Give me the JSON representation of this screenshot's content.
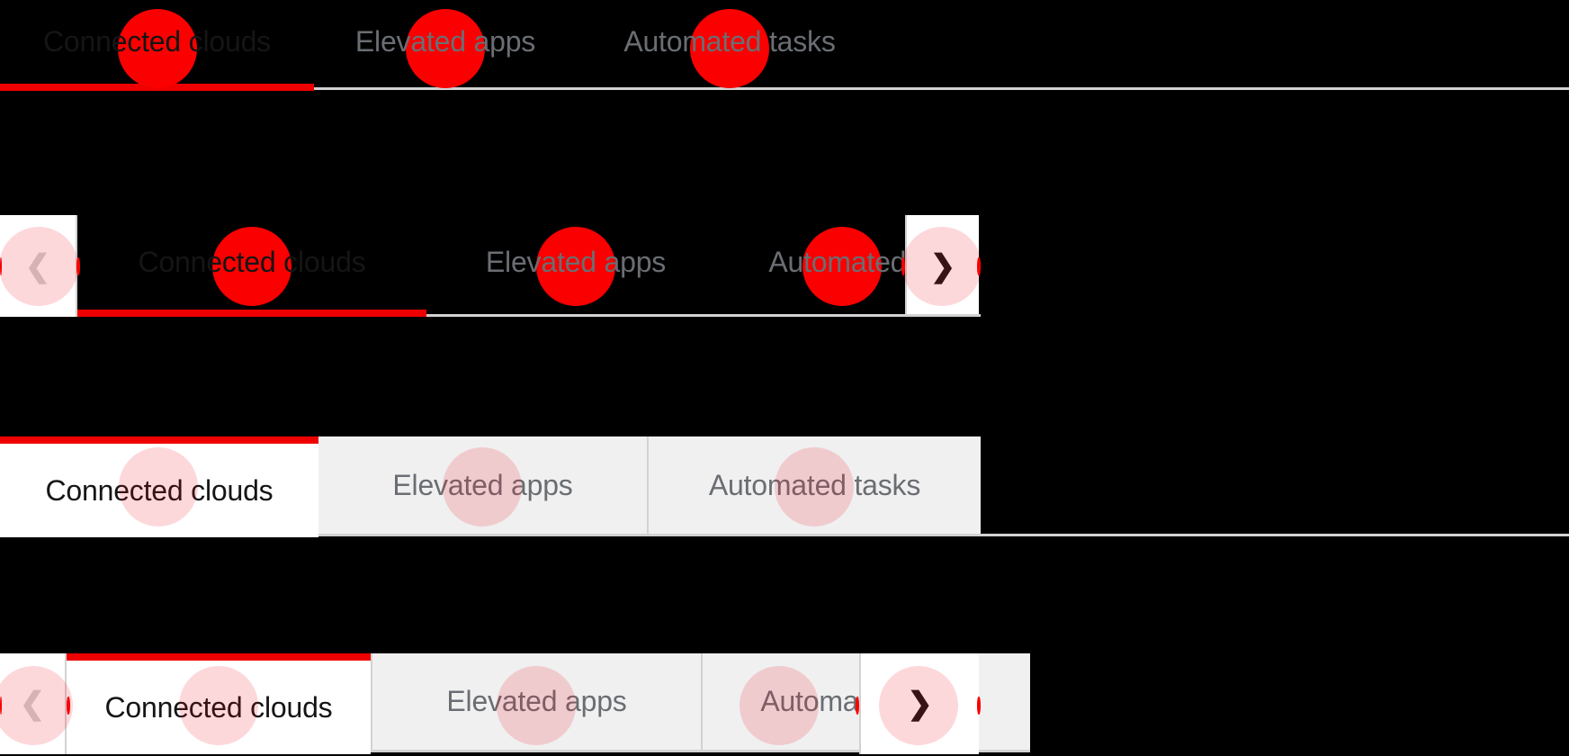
{
  "icons": {
    "chevron_left": "❮",
    "chevron_right": "❯"
  },
  "colors": {
    "accent_red": "#ee0000",
    "annotation_circle_red": "#fa0000",
    "annotation_circle_pink": "rgba(242,13,32,0.16)",
    "border_gray": "#d2d2d2",
    "inactive_box_tab_bg": "#f0f0f0",
    "active_tab_text": "#151515",
    "inactive_tab_text": "#6a6e73"
  },
  "rows": [
    {
      "variant": "underline",
      "has_scroll_buttons": false,
      "tabs": [
        {
          "label": "Connected clouds",
          "active": true
        },
        {
          "label": "Elevated apps",
          "active": false
        },
        {
          "label": "Automated tasks",
          "active": false
        }
      ]
    },
    {
      "variant": "underline",
      "has_scroll_buttons": true,
      "scroll_left_disabled": true,
      "scroll_right_disabled": false,
      "tabs": [
        {
          "label": "Connected clouds",
          "active": true
        },
        {
          "label": "Elevated apps",
          "active": false
        },
        {
          "label": "Automated tasks",
          "active": false
        }
      ]
    },
    {
      "variant": "box",
      "has_scroll_buttons": false,
      "tabs": [
        {
          "label": "Connected clouds",
          "active": true
        },
        {
          "label": "Elevated apps",
          "active": false
        },
        {
          "label": "Automated tasks",
          "active": false
        }
      ]
    },
    {
      "variant": "box",
      "has_scroll_buttons": true,
      "scroll_left_disabled": true,
      "scroll_right_disabled": false,
      "tabs": [
        {
          "label": "Connected clouds",
          "active": true
        },
        {
          "label": "Elevated apps",
          "active": false
        },
        {
          "label": "Automated tasks",
          "active": false
        }
      ]
    }
  ]
}
